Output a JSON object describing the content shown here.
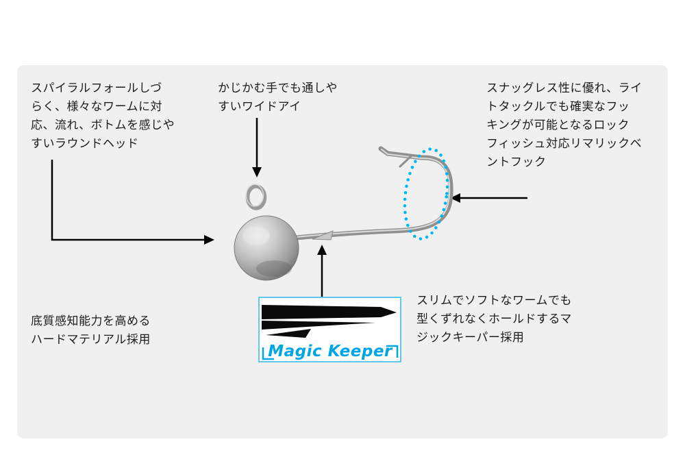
{
  "colors": {
    "panel_bg": "#f0f0f0",
    "text": "#1c1c1c",
    "accent_cyan": "#00a5e3",
    "dotted_ellipse": "#00b8f1",
    "arrow": "#000000",
    "hook_gray": "#9a9a9a"
  },
  "callouts": {
    "round_head": {
      "lines": [
        "スパイラルフォールしづ",
        "らく、様々なワームに対",
        "応、流れ、ボトムを感じや",
        "すいラウンドヘッド"
      ]
    },
    "wide_eye": {
      "lines": [
        "かじかむ手でも通しや",
        "すいワイドアイ"
      ]
    },
    "bent_hook": {
      "lines": [
        "スナッグレス性に優れ、ライ",
        "トタックルでも確実なフッ",
        "キングが可能となるロック",
        "フィッシュ対応リマリックベ",
        "ントフック"
      ]
    },
    "hard_material": {
      "lines": [
        "底質感知能力を高める",
        "ハードマテリアル採用"
      ]
    },
    "magic_keeper": {
      "label": "Magic Keeper",
      "lines": [
        "スリムでソフトなワームでも",
        "型くずれなくホールドするマ",
        "ジックキーパー採用"
      ]
    }
  }
}
